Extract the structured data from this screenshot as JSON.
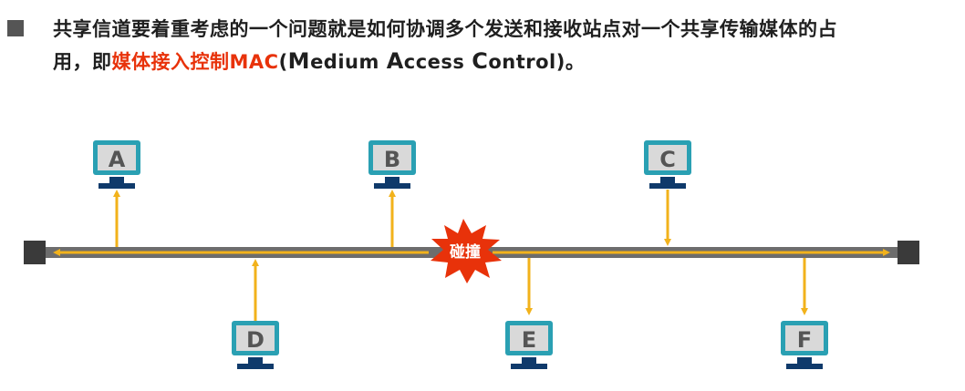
{
  "header": {
    "line1": "共享信道要着重考虑的一个问题就是如何协调多个发送和接收站点对一个共享传输媒体的占",
    "line2_pre": "用，即",
    "line2_highlight": "媒体接入控制MAC",
    "line2_paren_open": "(",
    "line2_M": "M",
    "line2_edium": "edium ",
    "line2_A": "A",
    "line2_ccess": "ccess ",
    "line2_C": "C",
    "line2_ontrol": "ontrol",
    "line2_close": ")。"
  },
  "diagram": {
    "collision_label": "碰撞",
    "stations": [
      {
        "label": "A",
        "side": "top"
      },
      {
        "label": "B",
        "side": "top"
      },
      {
        "label": "C",
        "side": "top"
      },
      {
        "label": "D",
        "side": "bottom"
      },
      {
        "label": "E",
        "side": "bottom"
      },
      {
        "label": "F",
        "side": "bottom"
      }
    ],
    "colors": {
      "bus": "#6d6d6d",
      "signal": "#f2b21b",
      "monitor_frame": "#2aa0b3",
      "monitor_screen": "#d9d9d9",
      "monitor_base": "#0f3a6b",
      "collision": "#e8320a",
      "terminator": "#3a3a3a"
    }
  }
}
